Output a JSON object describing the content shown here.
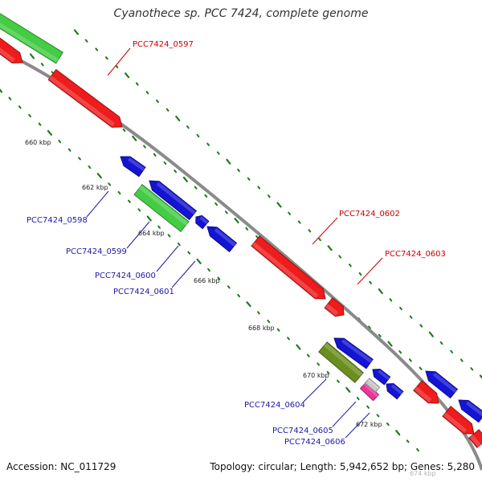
{
  "title": "Cyanothece sp. PCC 7424, complete genome",
  "footer": {
    "accession": "Accession: NC_011729",
    "topology": "Topology: circular; Length: 5,942,652 bp; Genes: 5,280"
  },
  "colors": {
    "backbone": "#8a8a8a",
    "forward_gene": "#ee1c1c",
    "reverse_gene": "#1414d4",
    "rna_gene": "#44cc44",
    "pseudo_gene": "#6b8f1e",
    "misc_feature": "#ee3399",
    "tick": "#1e7a1e",
    "forward_label": "#cc0000",
    "reverse_label": "#1a1aa8"
  },
  "scale_labels": [
    "660 kbp",
    "662 kbp",
    "664 kbp",
    "666 kbp",
    "668 kbp",
    "670 kbp",
    "672 kbp",
    "674 kbp"
  ],
  "gene_labels": [
    {
      "text": "PCC7424_0597",
      "strand": "forward"
    },
    {
      "text": "PCC7424_0598",
      "strand": "reverse"
    },
    {
      "text": "PCC7424_0599",
      "strand": "reverse"
    },
    {
      "text": "PCC7424_0600",
      "strand": "reverse"
    },
    {
      "text": "PCC7424_0601",
      "strand": "reverse"
    },
    {
      "text": "PCC7424_0602",
      "strand": "forward"
    },
    {
      "text": "PCC7424_0603",
      "strand": "forward"
    },
    {
      "text": "PCC7424_0604",
      "strand": "reverse"
    },
    {
      "text": "PCC7424_0605",
      "strand": "reverse"
    },
    {
      "text": "PCC7424_0606",
      "strand": "reverse"
    }
  ]
}
